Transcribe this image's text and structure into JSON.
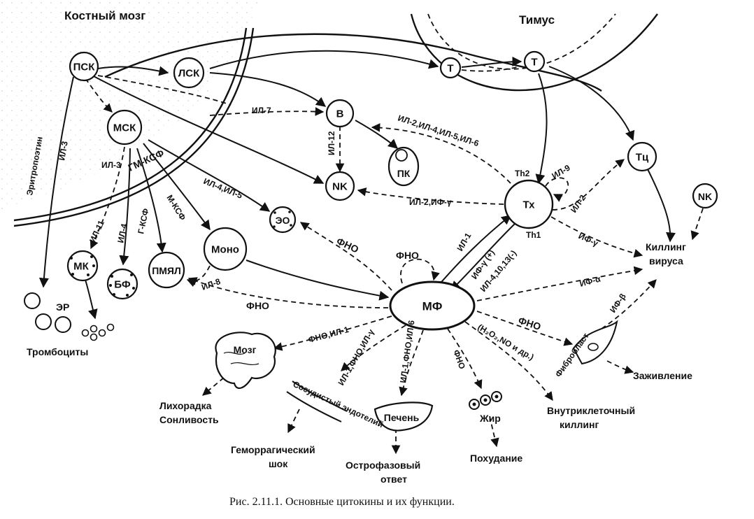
{
  "regions": {
    "bone_marrow": "Костный мозг",
    "thymus": "Тимус"
  },
  "cells": {
    "psk": "ПСК",
    "lsk": "ЛСК",
    "msk": "МСК",
    "t1": "Т",
    "t2": "Т",
    "b": "В",
    "pk": "ПК",
    "nk1": "NK",
    "nk2": "NK",
    "tc": "Тц",
    "th": "Тх",
    "mk": "МК",
    "bf": "БФ",
    "pmyal": "ПМЯЛ",
    "mono": "Моно",
    "eo": "ЭО",
    "mf": "МФ",
    "er": "ЭР",
    "brain": "Мозг",
    "liver": "Печень"
  },
  "labels": {
    "erythropoietin": "Эритропоэтин",
    "il3_a": "ИЛ-3",
    "il3_b": "ИЛ-3",
    "gm_csf": "ГМ-КСФ",
    "g_csf": "Г-КСФ",
    "m_csf": "М-КСФ",
    "il11": "ИЛ-11",
    "il4": "ИЛ-4",
    "il4_il5": "ИЛ-4,ИЛ-5",
    "il7": "ИЛ-7",
    "il12": "ИЛ-12",
    "il2_il4_il5_il6": "ИЛ-2,ИЛ-4,ИЛ-5,ИЛ-6",
    "il2_ifg": "ИЛ-2,ИФ-γ",
    "il9": "ИЛ-9",
    "il2": "ИЛ-2",
    "th2": "Th2",
    "th1": "Th1",
    "il1": "ИЛ-1",
    "ifg_plus": "ИФ-γ (+)",
    "il4_10_13": "ИЛ-4,10,13(-)",
    "ifg": "ИФ-γ",
    "ifa": "ИФ-α",
    "ifb": "ИФ-β",
    "fno_eo": "ФНО",
    "fno_loop": "ФНО",
    "fno_pmyal": "ФНО",
    "il8": "ИЛ-8",
    "fno_il1": "ФНО,ИЛ-1",
    "il1_fno_ilg": "ИЛ-1,ФНО,ИЛ-γ",
    "il1_fno_il6": "ИЛ-1,ФНО,ИЛ-6",
    "fno_fat": "ФНО",
    "fno_fib": "ФНО",
    "h2o2": "(Н₂О₂,NO и др.)",
    "vessel": "Сосудистый эндотелий",
    "fibroblast": "Фибробласт",
    "killing_virus_1": "Киллинг",
    "killing_virus_2": "вируса",
    "healing": "Заживление",
    "intracellular_1": "Внутриклеточный",
    "intracellular_2": "киллинг",
    "fever_1": "Лихорадка",
    "fever_2": "Сонливость",
    "shock_1": "Геморрагический",
    "shock_2": "шок",
    "acute_1": "Острофазовый",
    "acute_2": "ответ",
    "fat": "Жир",
    "weight_loss": "Похудание",
    "platelets": "Тромбоциты"
  },
  "caption": "Рис. 2.11.1. Основные цитокины и их функции."
}
